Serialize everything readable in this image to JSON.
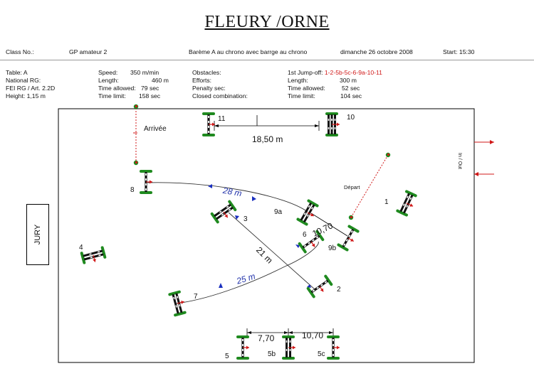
{
  "title": "FLEURY /ORNE",
  "class_row": {
    "class_no": "Class No.:",
    "class_name": "GP amateur 2",
    "bareme": "Barème A au chrono avec barrge au chrono",
    "date": "dimanche 26 octobre 2008",
    "start": "Start: 15:30"
  },
  "info": {
    "col1": [
      "Table: A",
      "National RG:",
      "FEI RG / Art. 2.2D",
      "Height: 1,15 m"
    ],
    "col2_labels": [
      "Speed:",
      "Length:",
      "Time allowed:",
      "Time limit:"
    ],
    "col2_values": [
      "350 m/min",
      "460 m",
      "79 sec",
      "158 sec"
    ],
    "col3": [
      "Obstacles:",
      "Efforts:",
      "Penalty sec:",
      "Closed combination:"
    ],
    "col4_labels": [
      "1st Jump-off:",
      "Length:",
      "Time allowed:",
      "Time limit:"
    ],
    "jumpoff_order": "1-2-5b-5c-6-9a-10-11",
    "col4_values": [
      "300 m",
      "52 sec",
      "104 sec"
    ]
  },
  "course": {
    "jury": "JURY",
    "finish": "Arrivée",
    "start": "Départ",
    "in_out": "In / Out",
    "fence_labels": [
      "1",
      "2",
      "3",
      "4",
      "5",
      "5b",
      "5c",
      "6",
      "7",
      "8",
      "9a",
      "9b",
      "10",
      "11"
    ],
    "distances": {
      "d_10_11": "18,50 m",
      "d_8_9a": "28 m",
      "d_3_2": "21 m",
      "d_7_9b": "25 m",
      "d_9a_9b": "10,70",
      "d_5_5b": "7,70",
      "d_5b_5c": "10,70"
    },
    "colors": {
      "standard": "#1f8a1f",
      "pole": "#111111",
      "flag": "#d01818",
      "track": "#333333",
      "arrow": "#1a2fbf"
    }
  }
}
